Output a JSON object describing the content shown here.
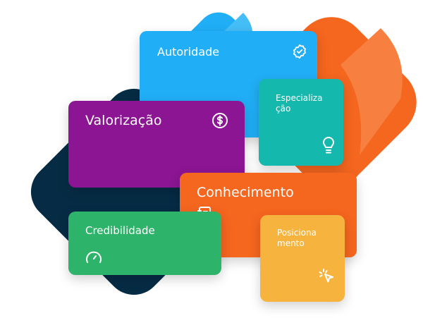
{
  "colors": {
    "navy": "#062c45",
    "blue": "#20aef6",
    "orange": "#f5661f",
    "orange_light": "#f77f3f",
    "teal": "#15b8ad",
    "purple": "#8b1592",
    "green": "#2db36a",
    "yellow": "#f6b43f"
  },
  "cards": {
    "autoridade": {
      "label": "Autoridade",
      "icon": "badge-check-icon"
    },
    "especializacao": {
      "label": "Especializa ção",
      "icon": "lightbulb-icon"
    },
    "valorizacao": {
      "label": "Valorização",
      "icon": "dollar-circle-icon"
    },
    "conhecimento": {
      "label": "Conhecimento",
      "icon": "notebook-icon"
    },
    "credibilidade": {
      "label": "Credibilidade",
      "icon": "gauge-icon"
    },
    "posicionamento": {
      "label": "Posiciona mento",
      "icon": "cursor-click-icon"
    }
  }
}
